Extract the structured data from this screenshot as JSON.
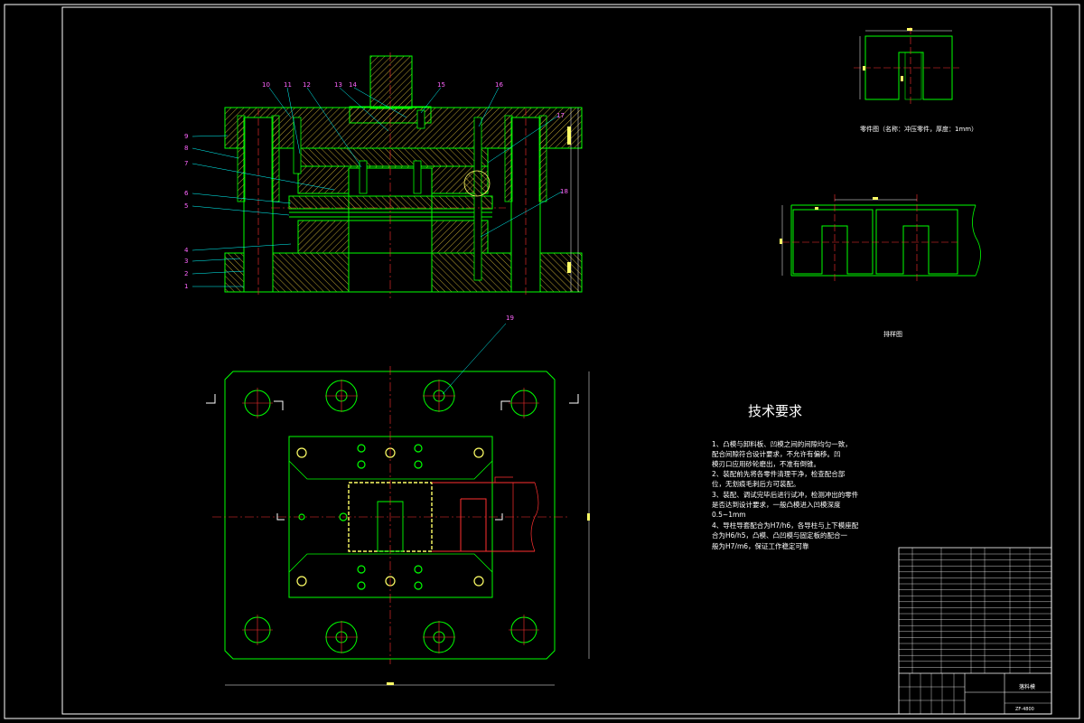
{
  "balloons": [
    "1",
    "2",
    "3",
    "4",
    "5",
    "6",
    "7",
    "8",
    "9",
    "10",
    "11",
    "12",
    "13",
    "14",
    "15",
    "16",
    "17",
    "18",
    "19"
  ],
  "part_view_caption": "零件图（名称：冲压零件，厚度：1mm）",
  "strip_caption": "排样图",
  "tech": {
    "title": "技术要求",
    "lines": [
      "1、凸模与卸料板、凹模之间的间隙均匀一致，",
      "配合间隙符合设计要求，不允许有偏移。凹",
      "模刃口应用砂轮磨出，不准有倒锥。",
      "2、装配前先将各零件清理干净，检查配合部",
      "位，无划痕毛刺后方可装配。",
      "3、装配、调试完毕后进行试冲，检测冲出的零件",
      "是否达到设计要求，一般凸模进入凹模深度",
      "0.5~1mm",
      "4、导柱导套配合为H7/h6，各导柱与上下模座配",
      "合为H6/h5，凸模、凸凹模与固定板的配合一",
      "般为H7/m6，保证工作稳定可靠"
    ]
  },
  "title_block": {
    "drawing_name": "落料模",
    "drawing_no": "ZF-4800"
  }
}
